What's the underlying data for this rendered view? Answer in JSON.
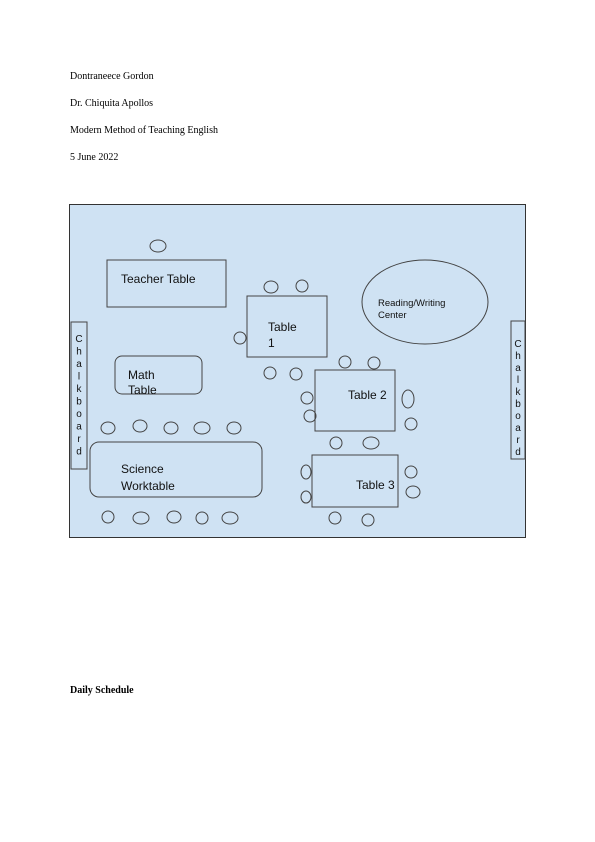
{
  "header": {
    "student_name": "Dontraneece Gordon",
    "instructor": "Dr. Chiquita Apollos",
    "course": "Modern Method of Teaching English",
    "date": "5 June 2022"
  },
  "classroom_map": {
    "teacher_table": "Teacher Table",
    "table_1": [
      "Table",
      "1"
    ],
    "reading_center": [
      "Reading/Writing",
      "Center"
    ],
    "math_table": [
      "Math",
      "Table"
    ],
    "table_2": "Table 2",
    "science_worktable": [
      "Science",
      "Worktable"
    ],
    "table_3": "Table 3",
    "chalkboard_left": [
      "C",
      "h",
      "a",
      "l",
      "k",
      "b",
      "o",
      "a",
      "r",
      "d"
    ],
    "chalkboard_right": [
      "C",
      "h",
      "a",
      "l",
      "k",
      "b",
      "o",
      "a",
      "r",
      "d"
    ],
    "colors": {
      "room_fill": "#cfe2f3",
      "stroke": "#444444"
    }
  },
  "schedule": {
    "title": "Daily Schedule"
  }
}
